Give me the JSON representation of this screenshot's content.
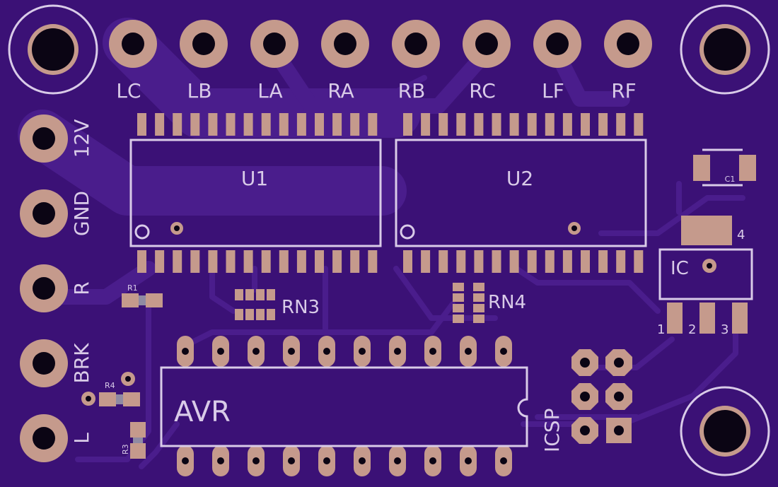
{
  "board": {
    "colors": {
      "soldermask": "#3b1176",
      "copper_trace": "#4a1d8c",
      "pad": "#c59a8c",
      "silkscreen": "#d9cbe8",
      "drill": "#0b0514"
    }
  },
  "headers": {
    "top": [
      "LC",
      "LB",
      "LA",
      "RA",
      "RB",
      "RC",
      "LF",
      "RF"
    ],
    "left": [
      "12V",
      "GND",
      "R",
      "BRK",
      "L"
    ]
  },
  "components": {
    "u1": "U1",
    "u2": "U2",
    "c1": "C1",
    "ic": "IC",
    "ic_pin4": "4",
    "ic_pin1": "1",
    "ic_pin2": "2",
    "ic_pin3": "3",
    "r1": "R1",
    "r3": "R3",
    "r4": "R4",
    "rn3": "RN3",
    "rn4": "RN4",
    "avr": "AVR",
    "icsp": "ICSP"
  }
}
